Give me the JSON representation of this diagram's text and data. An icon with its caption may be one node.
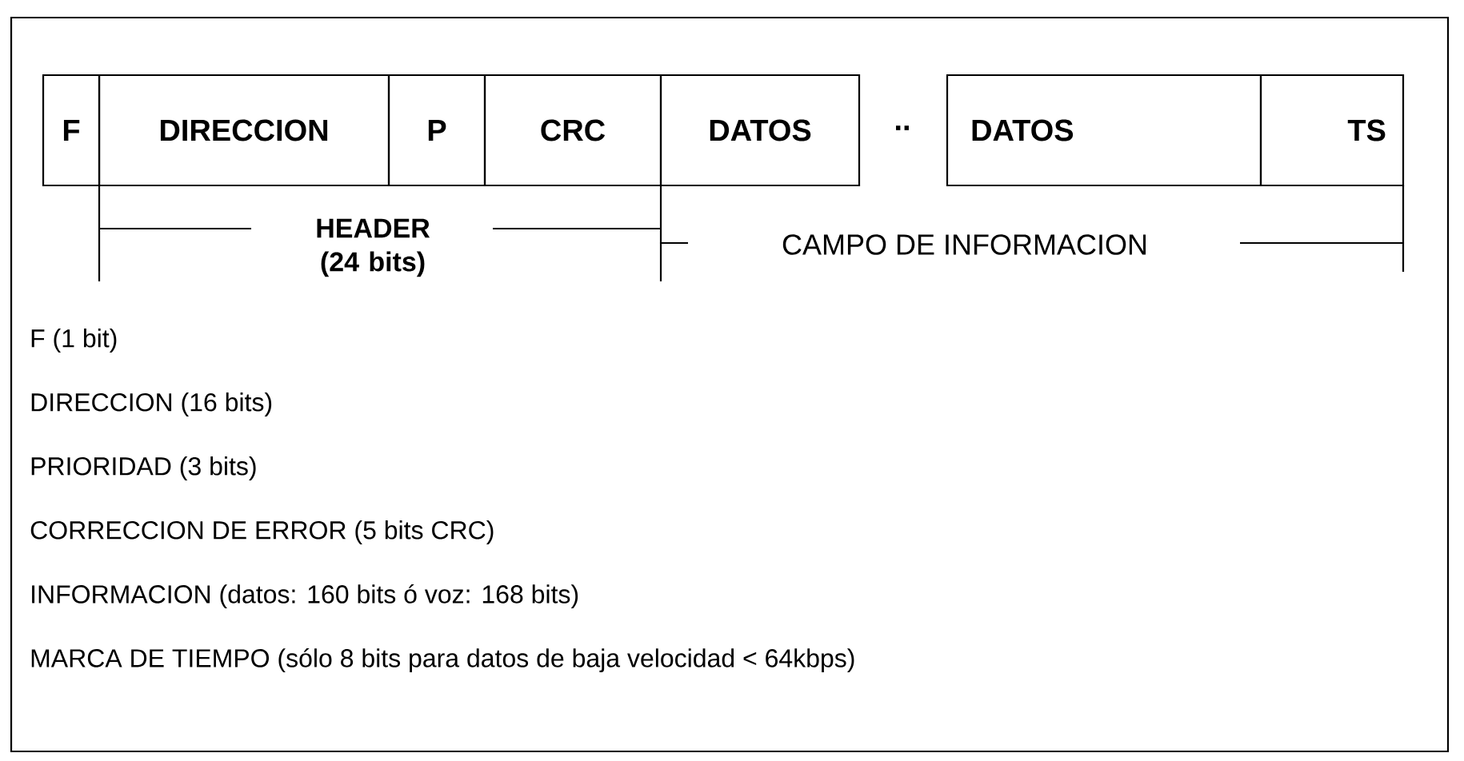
{
  "diagram": {
    "nodes": [
      {
        "text": [
          "F"
        ]
      },
      {
        "text": [
          "DIRECCION"
        ]
      },
      {
        "text": [
          "P"
        ]
      },
      {
        "text": [
          "CRC"
        ]
      },
      {
        "text": [
          "DATOS"
        ]
      },
      {
        "text": [
          "DATOS"
        ]
      },
      {
        "text": [
          "TS"
        ]
      }
    ],
    "edges": [],
    "labels": [
      "..",
      "HEADER (24 bits)",
      "CAMPO DE INFORMACION",
      "F (1 bit)",
      "DIRECCION (16 bits)",
      "PRIORIDAD (3 bits)",
      "CORRECCION DE ERROR (5 bits CRC)",
      "INFORMACION (datos: 160 bits ó voz: 168 bits)",
      "MARCA DE TIEMPO (sólo 8 bits para datos de baja velocidad < 64kbps)"
    ]
  }
}
